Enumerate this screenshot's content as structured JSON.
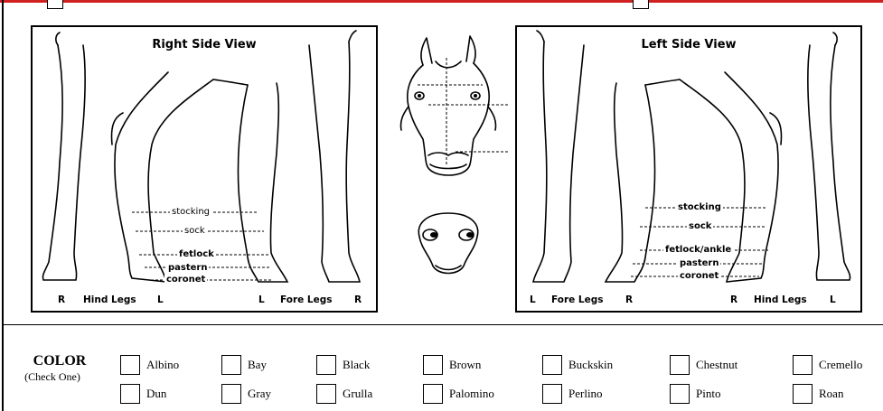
{
  "right_view": {
    "title": "Right Side View",
    "labels": {
      "stocking": "stocking",
      "sock": "sock",
      "fetlock": "fetlock",
      "pastern": "pastern",
      "coronet": "coronet"
    },
    "footer": {
      "r1": "R",
      "hind": "Hind Legs",
      "l1": "L",
      "l2": "L",
      "fore": "Fore Legs",
      "r2": "R"
    }
  },
  "left_view": {
    "title": "Left Side View",
    "labels": {
      "stocking": "stocking",
      "sock": "sock",
      "fetlock": "fetlock/ankle",
      "pastern": "pastern",
      "coronet": "coronet"
    },
    "footer": {
      "l1": "L",
      "fore": "Fore Legs",
      "r1": "R",
      "r2": "R",
      "hind": "Hind Legs",
      "l2": "L"
    }
  },
  "color": {
    "title": "COLOR",
    "subtitle": "(Check One)",
    "row1": [
      "Albino",
      "Bay",
      "Black",
      "Brown",
      "Buckskin",
      "Chestnut",
      "Cremello"
    ],
    "row2": [
      "Dun",
      "Gray",
      "Grulla",
      "Palomino",
      "Perlino",
      "Pinto",
      "Roan"
    ]
  }
}
